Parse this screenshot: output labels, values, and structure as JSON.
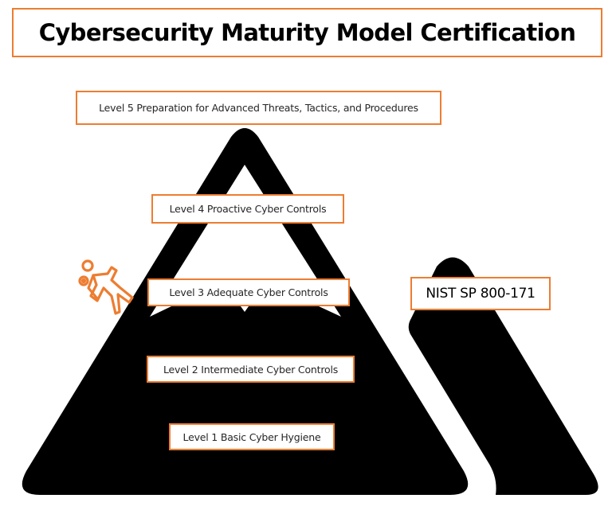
{
  "title": "Cybersecurity Maturity Model Certification",
  "levels": [
    {
      "level": 5,
      "label": "Level 5 Preparation for Advanced Threats, Tactics, and Procedures"
    },
    {
      "level": 4,
      "label": "Level 4 Proactive Cyber Controls"
    },
    {
      "level": 3,
      "label": "Level 3 Adequate Cyber Controls"
    },
    {
      "level": 2,
      "label": "Level 2 Intermediate Cyber Controls"
    },
    {
      "level": 1,
      "label": "Level 1 Basic Cyber Hygiene"
    }
  ],
  "side_mountain": {
    "label": "NIST SP 800-171"
  },
  "icons": {
    "climber": "climber-icon",
    "main_mountain": "mountain-icon",
    "side_mountain": "mountain-icon"
  },
  "colors": {
    "accent": "#ed7d31",
    "mountain": "#000000",
    "background": "#ffffff",
    "text": "#262626"
  }
}
